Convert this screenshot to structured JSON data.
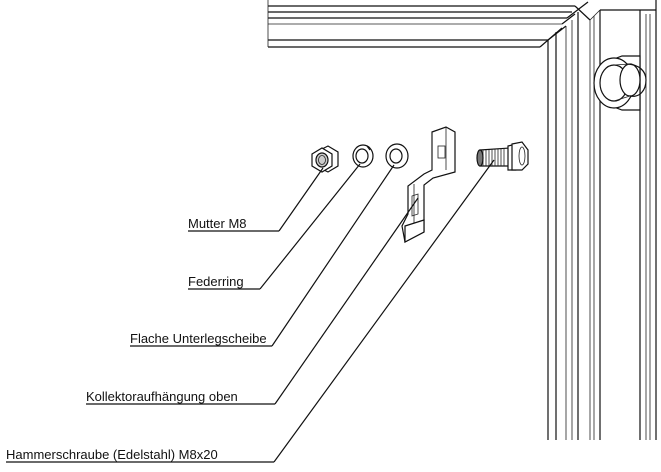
{
  "labels": {
    "mutter": "Mutter M8",
    "federring": "Federring",
    "scheibe": "Flache Unterlegscheibe",
    "aufhaengung": "Kollektoraufhängung oben",
    "schraube": "Hammerschraube (Edelstahl) M8x20"
  }
}
